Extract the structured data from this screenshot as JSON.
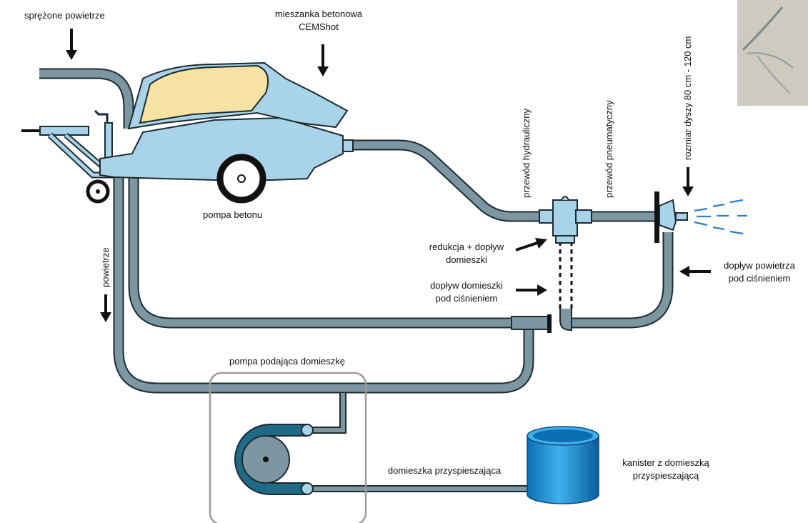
{
  "labels": {
    "compressed_air": "sprężone powietrze",
    "concrete_mix_line1": "mieszanka betonowa",
    "concrete_mix_line2": "CEMShot",
    "concrete_pump": "pompa betonu",
    "air": "powietrze",
    "hydraulic_line": "przewód hydrauliczny",
    "pneumatic_line": "przewód pneumatyczny",
    "nozzle_size": "rozmiar dyszy 80 cm - 120 cm",
    "reduction_line1": "redukcja + dopływ",
    "reduction_line2": "domieszki",
    "admixture_feed_line1": "dopływ domieszki",
    "admixture_feed_line2": "pod ciśnieniem",
    "air_feed_line1": "dopływ powietrza",
    "air_feed_line2": "pod ciśnieniem",
    "admixture_pump": "pompa podająca domieszkę",
    "accelerating_admixture": "domieszka przyspieszająca",
    "canister_line1": "kanister z domieszką",
    "canister_line2": "przyspieszającą"
  },
  "colors": {
    "hose": "#7d97a2",
    "hose_outline": "#1d2a30",
    "machine_body": "#a9d3e8",
    "hopper": "#f6e3a4",
    "spray": "#2f7fc1",
    "canister": "#1f8fd6",
    "pump_frame": "#9a9a9a",
    "pump_rotor": "#1f6a86"
  }
}
